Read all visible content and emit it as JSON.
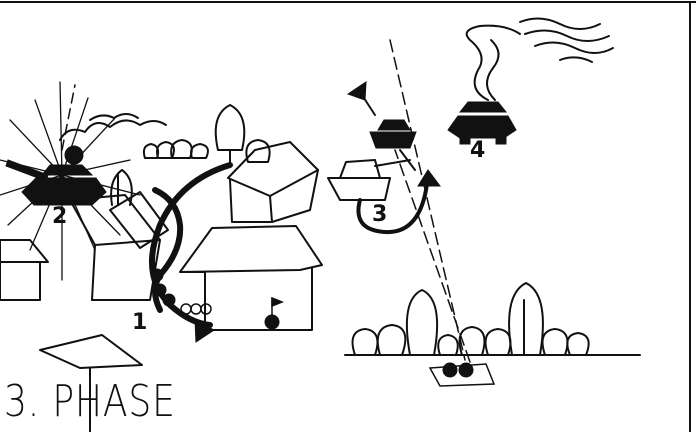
{
  "diagram": {
    "title": "3. PHASE",
    "markers": [
      "1",
      "2",
      "3",
      "4"
    ],
    "colors": {
      "ink": "#111111",
      "paper": "#ffffff",
      "shade": "#f3f3f3"
    },
    "icon_names": [
      "tank-icon",
      "explosion-burst-icon",
      "smoke-plume-icon",
      "house-icon",
      "tree-icon",
      "arrow-icon",
      "flag-icon",
      "soldier-icon"
    ]
  }
}
